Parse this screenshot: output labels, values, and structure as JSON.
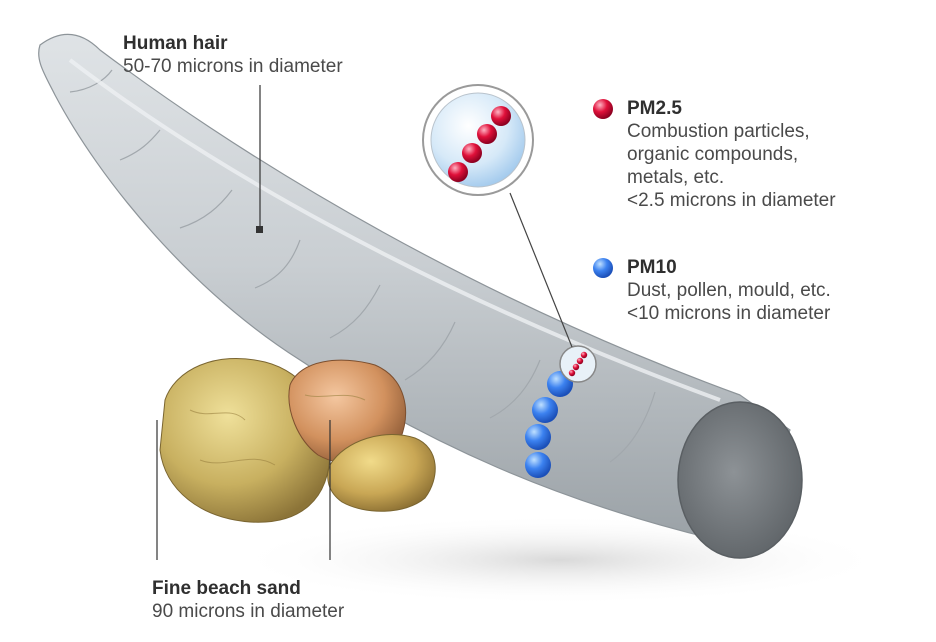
{
  "hair": {
    "title": "Human hair",
    "size": "50-70 microns in diameter"
  },
  "pm25": {
    "title": "PM2.5",
    "lines": [
      "Combustion particles,",
      "organic compounds,",
      "metals, etc.",
      "<2.5 microns in diameter"
    ],
    "color": "#e0103a"
  },
  "pm10": {
    "title": "PM10",
    "lines": [
      "Dust, pollen, mould, etc.",
      "<10 microns in diameter"
    ],
    "color": "#2f6fe8"
  },
  "sand": {
    "title": "Fine beach sand",
    "size": "90 microns in diameter"
  }
}
